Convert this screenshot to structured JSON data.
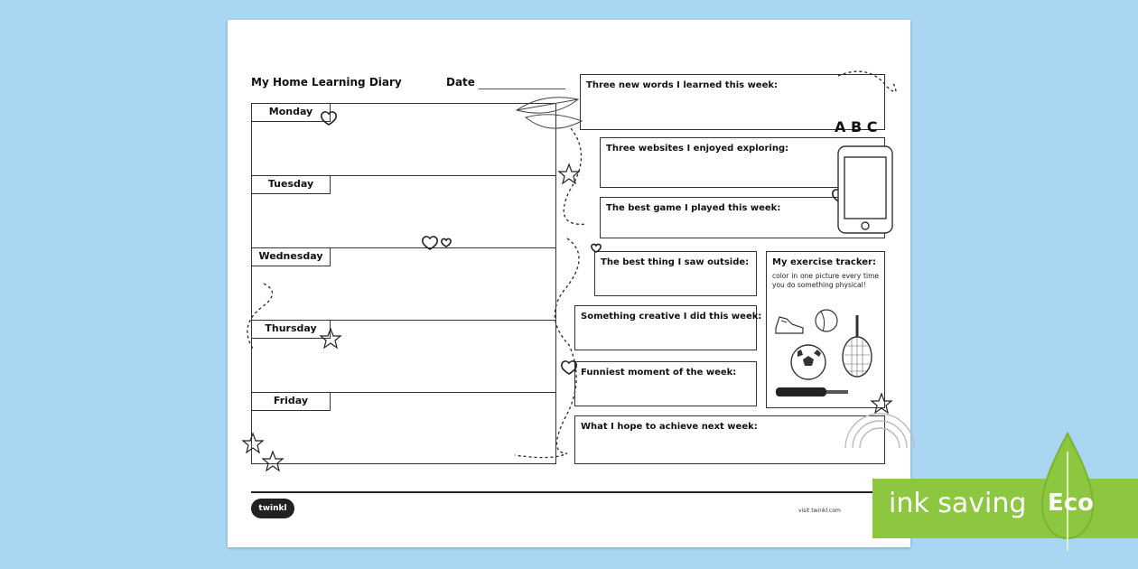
{
  "diary": {
    "title": "My Home Learning Diary",
    "date_label": "Date",
    "days": [
      "Monday",
      "Tuesday",
      "Wednesday",
      "Thursday",
      "Friday"
    ]
  },
  "panels": {
    "words": "Three new words I learned this week:",
    "websites": "Three websites I enjoyed exploring:",
    "game": "The best game I played this week:",
    "outside": "The best thing I saw outside:",
    "exercise_title": "My exercise tracker:",
    "exercise_sub": "color in one picture every time you do something physical!",
    "creative": "Something creative I did this week:",
    "funniest": "Funniest moment of the week:",
    "hope": "What I hope to achieve next week:"
  },
  "decor": {
    "abc": "A B C"
  },
  "footer": {
    "brand": "twinkl",
    "url": "visit twinkl.com"
  },
  "badge": {
    "text": "ink saving",
    "word": "Eco",
    "color": "#8dc63f"
  }
}
